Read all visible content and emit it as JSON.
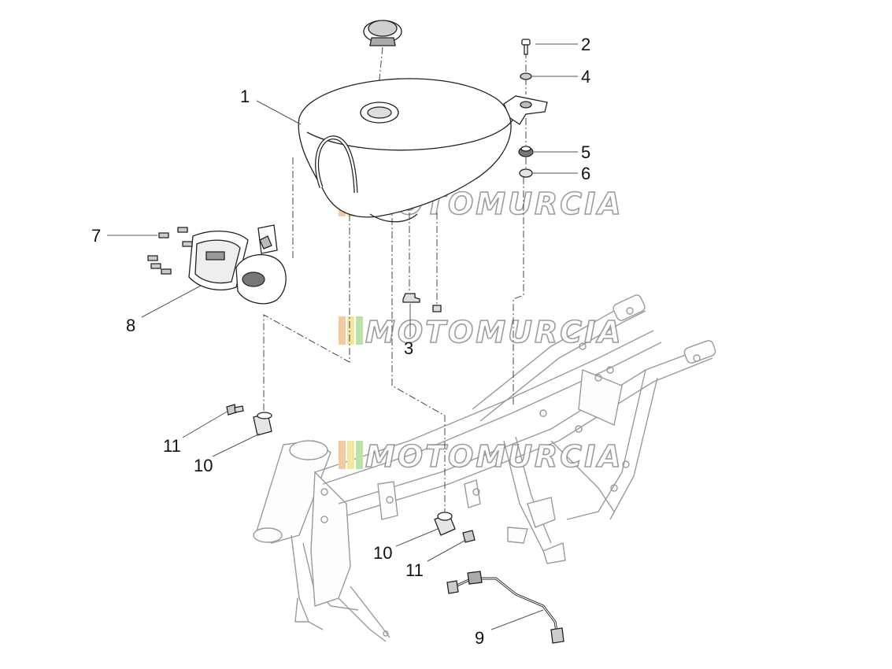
{
  "watermark": {
    "text": "MOTOMURCIA",
    "colors": [
      "#f2c9a0",
      "#f3e7a0",
      "#b9e3a8"
    ]
  },
  "callouts": [
    {
      "id": "c1",
      "label": "1"
    },
    {
      "id": "c2",
      "label": "2"
    },
    {
      "id": "c3",
      "label": "3"
    },
    {
      "id": "c4",
      "label": "4"
    },
    {
      "id": "c5",
      "label": "5"
    },
    {
      "id": "c6",
      "label": "6"
    },
    {
      "id": "c7",
      "label": "7"
    },
    {
      "id": "c8",
      "label": "8"
    },
    {
      "id": "c9",
      "label": "9"
    },
    {
      "id": "c10a",
      "label": "10"
    },
    {
      "id": "c10b",
      "label": "10"
    },
    {
      "id": "c11a",
      "label": "11"
    },
    {
      "id": "c11b",
      "label": "11"
    }
  ]
}
